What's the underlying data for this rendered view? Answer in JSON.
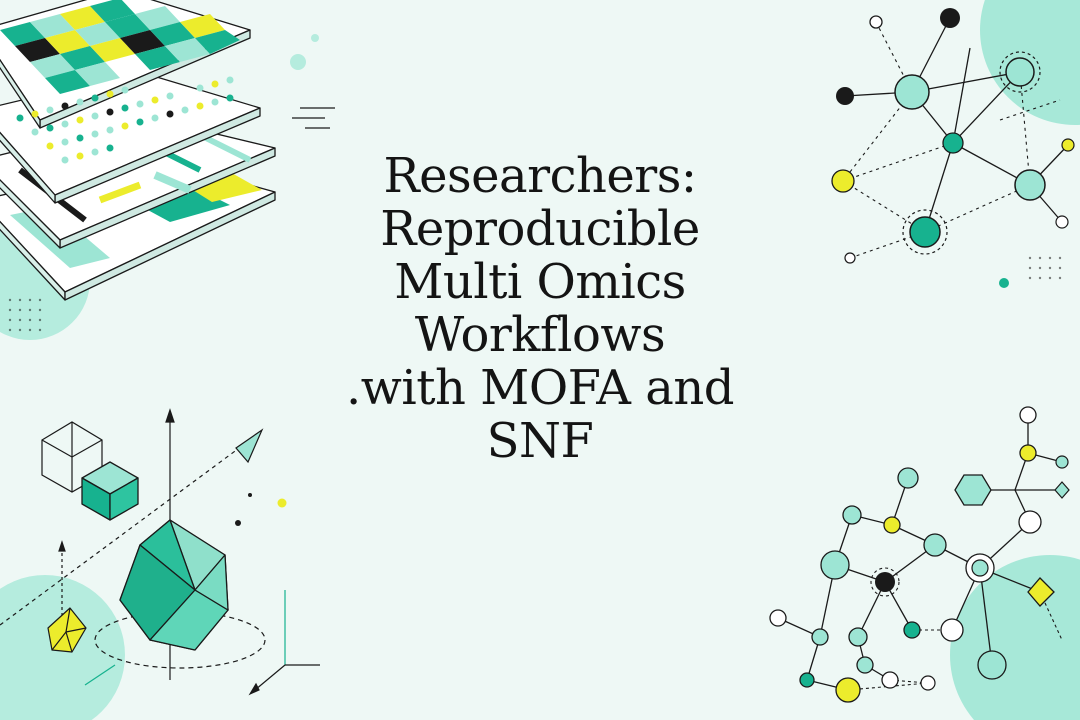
{
  "title_lines": [
    "Researchers:",
    "Reproducible",
    "Multi Omics",
    "Workflows",
    ".with MOFA and",
    "SNF"
  ],
  "colors": {
    "background": "#eef8f5",
    "mint": "#9de5d4",
    "teal": "#17b28f",
    "yellow": "#ecec2c",
    "dark": "#1a1a1a",
    "text": "#141414"
  },
  "decor": {
    "top_left": "stacked-data-layers-illustration",
    "top_right": "network-graph-illustration",
    "bottom_left": "3d-geometric-shapes-axes-illustration",
    "bottom_right": "molecular-network-illustration"
  }
}
